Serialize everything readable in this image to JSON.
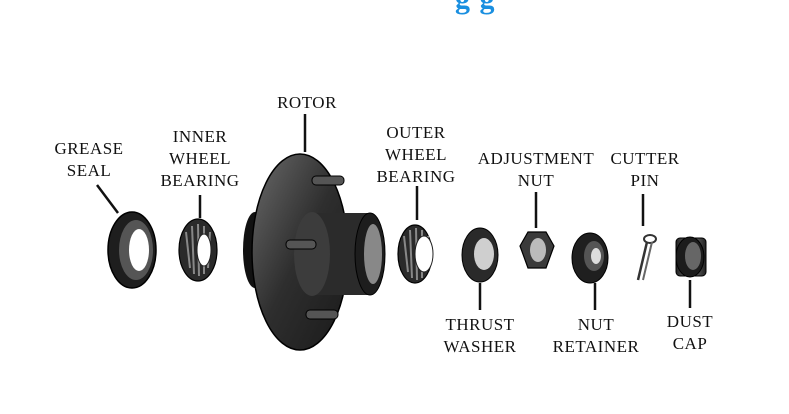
{
  "header": {
    "title_fragment": "g g"
  },
  "labels": {
    "grease_seal": "GREASE\nSEAL",
    "inner_wheel_bearing": "INNER\nWHEEL\nBEARING",
    "rotor": "ROTOR",
    "outer_wheel_bearing": "OUTER\nWHEEL\nBEARING",
    "adjustment_nut": "ADJUSTMENT\nNUT",
    "cutter_pin": "CUTTER\nPIN",
    "thrust_washer": "THRUST\nWASHER",
    "nut_retainer": "NUT\nRETAINER",
    "dust_cap": "DUST\nCAP"
  },
  "colors": {
    "title": "#1a8fe0",
    "part_dark": "#2b2b2b",
    "part_mid": "#4a4a4a",
    "part_light": "#8a8a8a"
  }
}
